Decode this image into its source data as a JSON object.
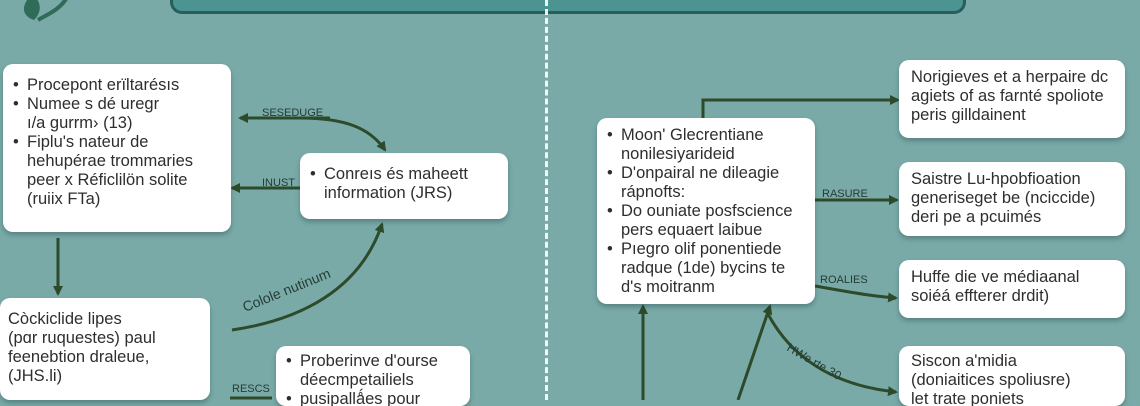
{
  "colors": {
    "background": "#79aaa8",
    "box": "#ffffff",
    "arrow": "#2d4a2a",
    "bar": "#4b9491"
  },
  "icons": [
    "leaf-icon"
  ],
  "left": {
    "box1": {
      "items": [
        "Procepont erïltarésıs",
        "Numee s dé uregr\n  ı/a gurrm› (13)",
        "Fiplu's nateur de\nhehupérae trommaries\npeer x Réficlilön solite\n(ruiix FTa)"
      ]
    },
    "box2": {
      "items": [
        "Conreıs és maheett\ninformation (JRS)"
      ]
    },
    "box3": {
      "text": "Còckiclide lipes\n(pɑr ruquestes) paul\nfeenebtion draleue,\n(JHS.li)"
    },
    "box4": {
      "items": [
        "Proberinve d'ourse\n  déecmpetailiels",
        "pusipallǻes pour"
      ]
    },
    "labels": {
      "sesedge": "SESEDUGE",
      "inust": "INUST",
      "colole": "Colole nutinum",
      "rescs": "RESCS"
    }
  },
  "right": {
    "center_box": {
      "items": [
        "Moon' Glecrentiane\nnonilesiyarideid",
        "D'onpairal ne dileagie\nrápnofts:",
        "Do ouniate posfscience\npers equaert laibue",
        "Pıegro olif ponentiede\nradque (1de) bycins te\nd's moitranm"
      ]
    },
    "box1": {
      "text": "Norigieves et a herpaire dc\nagiets of as farnté spoliote\nperis gilldainent"
    },
    "box2": {
      "text": "Saistre Lu-hpobfioation\ngeneriseget be (nciccide)\nderi pe a pcuimés"
    },
    "box3": {
      "text": "Huffe die ve médiaanal\nsoiéá effterer drdit)"
    },
    "box4": {
      "text": "Siscon aʹmidia\n(doniaitices spoliusre)\nlet trate poniets"
    },
    "labels": {
      "rasure": "RASURE",
      "roalies": "ROALIES",
      "hwe": "HWe rte 30"
    }
  }
}
